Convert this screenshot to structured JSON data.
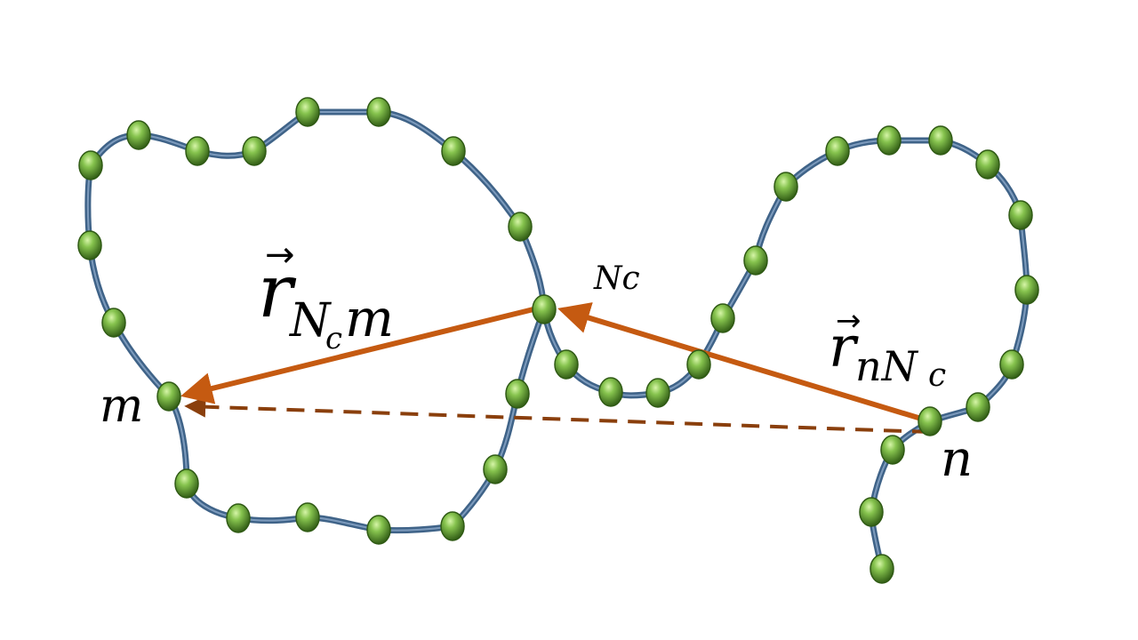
{
  "colors": {
    "background": "#ffffff",
    "chain": "#3f6388",
    "chain_highlight": "#7d9bbd",
    "bead": "#6aa43a",
    "bead_dark": "#2f5a14",
    "bead_light": "#c9ef9b",
    "vector": "#c55a11",
    "dashed_vector": "#8a3f0c"
  },
  "labels": {
    "m": "m",
    "n": "n",
    "Nc": "Nc",
    "r_Nc_m": {
      "arrow": "→",
      "base": "r",
      "sub_main": "N",
      "sub_small": "c",
      "sub_tail": "m"
    },
    "r_n_Nc": {
      "arrow": "→",
      "base": "r",
      "sub_main": "nN",
      "sub_small": "c"
    }
  },
  "diagram": {
    "icons": [
      "polymer-chain",
      "monomer-bead",
      "solid-vector-arrow",
      "dashed-vector-arrow"
    ]
  }
}
